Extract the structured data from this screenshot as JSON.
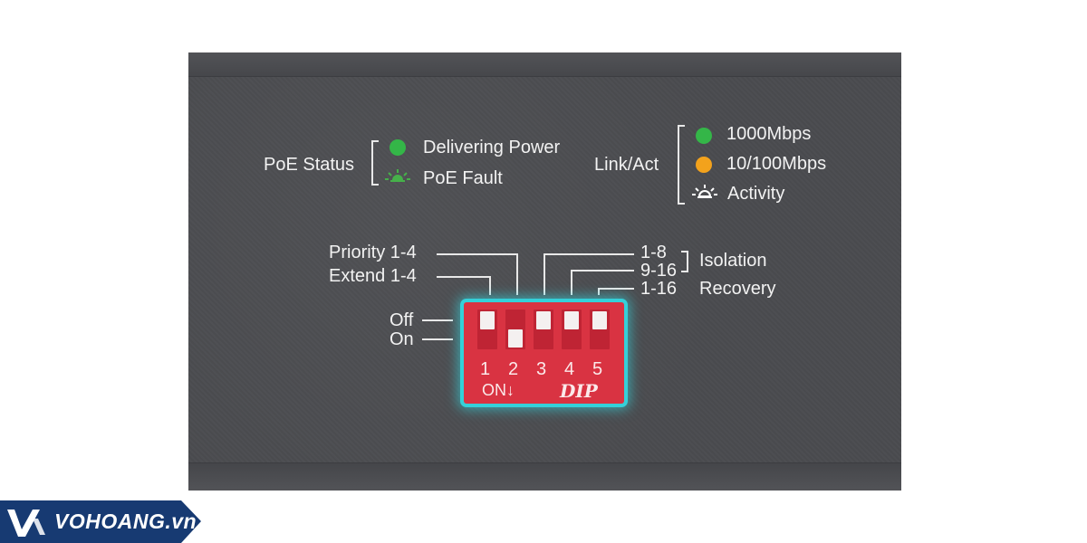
{
  "panel": {
    "poe": {
      "title": "PoE Status",
      "items": [
        {
          "label": "Delivering Power",
          "color": "#34b648"
        },
        {
          "label": "PoE Fault",
          "color": "#46b04a",
          "icon": "blinking-led-icon"
        }
      ]
    },
    "link": {
      "title": "Link/Act",
      "items": [
        {
          "label": "1000Mbps",
          "color": "#34b648"
        },
        {
          "label": "10/100Mbps",
          "color": "#f3a21c"
        },
        {
          "label": "Activity",
          "color": "#ffffff",
          "icon": "blinking-led-icon"
        }
      ]
    },
    "dip": {
      "left_labels": [
        "Priority 1-4",
        "Extend 1-4"
      ],
      "state_labels": [
        "Off",
        "On"
      ],
      "right_labels": [
        "1-8",
        "9-16",
        "1-16"
      ],
      "group_labels": [
        "Isolation",
        "Recovery"
      ],
      "numbers": [
        "1",
        "2",
        "3",
        "4",
        "5"
      ],
      "switch_states": [
        "off",
        "on",
        "off",
        "off",
        "off"
      ],
      "on_label": "ON↓",
      "logo": "DIP",
      "body_color": "#d93342",
      "glow_color": "#35d0d9"
    }
  },
  "brand": {
    "name": "VOHOANG.vn",
    "color": "#173a72"
  }
}
